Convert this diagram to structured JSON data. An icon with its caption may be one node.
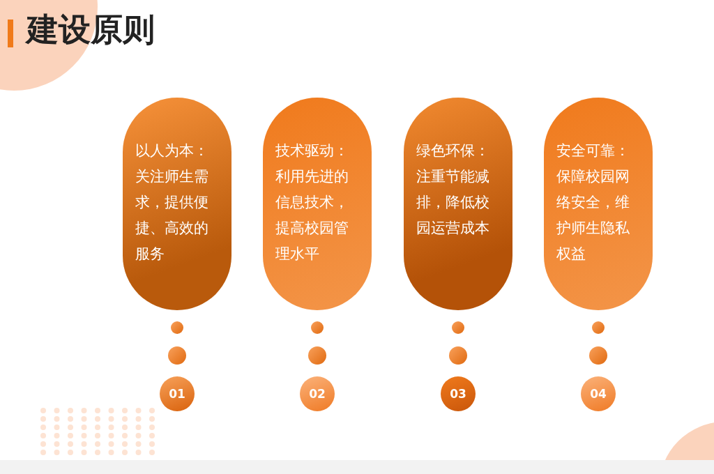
{
  "diagram": {
    "title": "建设原则",
    "nodes": [
      {
        "text": [
          "以人为本：关注师生需求，提供便捷、高效的服务"
        ]
      },
      {
        "text": [
          "技术驱动：利用先进的信息技术，提高校园管理水平"
        ]
      },
      {
        "text": [
          "绿色环保：注重节能减排，降低校园运营成本"
        ]
      },
      {
        "text": [
          "安全可靠：保障校园网络安全，维护师生隐私权益"
        ]
      },
      {
        "text": [
          "01"
        ]
      },
      {
        "text": [
          "02"
        ]
      },
      {
        "text": [
          "03"
        ]
      },
      {
        "text": [
          "04"
        ]
      }
    ]
  }
}
